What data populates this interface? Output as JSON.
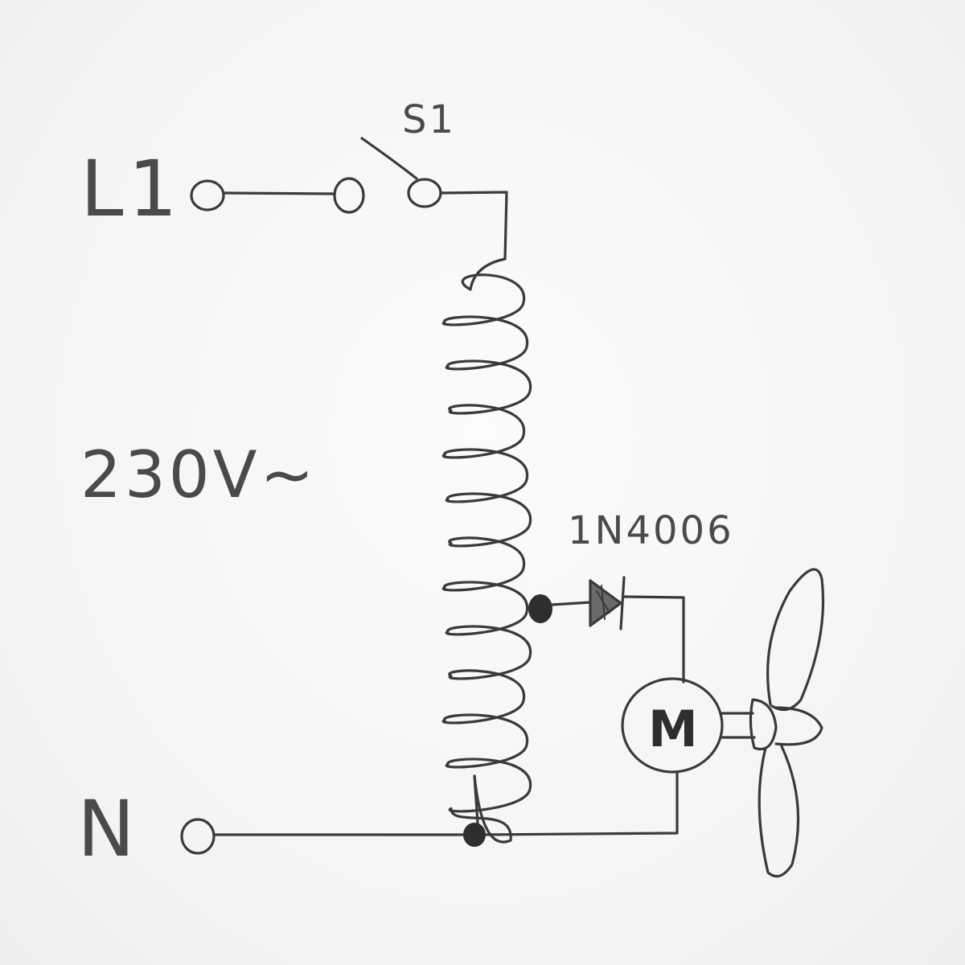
{
  "labels": {
    "line": "L1",
    "switch": "S1",
    "voltage": "230V~",
    "diode": "1N4006",
    "neutral": "N",
    "motor": "M"
  },
  "icons": {
    "switch": "spst-switch-icon",
    "coil": "inductor-coil-icon",
    "diode": "diode-icon",
    "motor": "motor-icon",
    "fan": "propeller-icon"
  },
  "colors": {
    "ink": "#3a3a3a",
    "paper": "#f7f7f5"
  }
}
